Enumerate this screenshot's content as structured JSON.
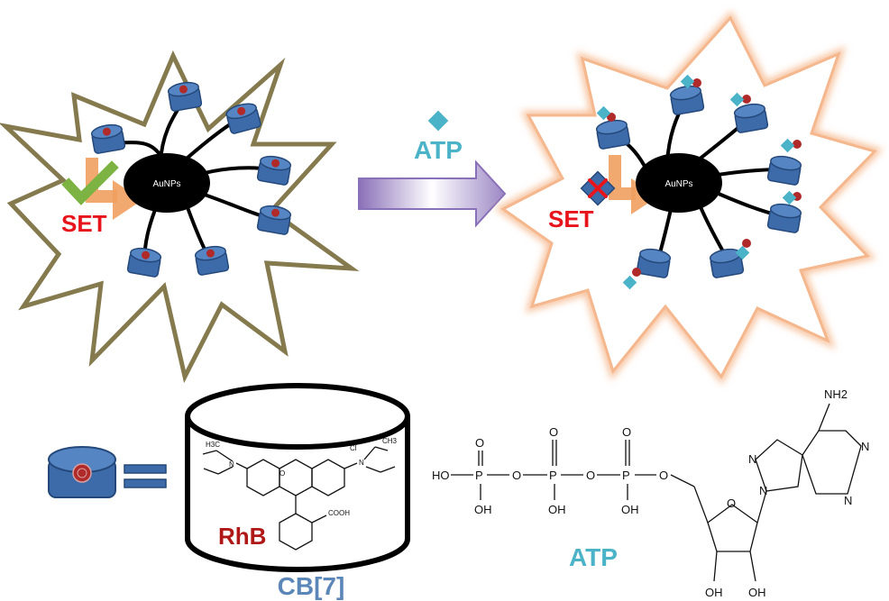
{
  "labels": {
    "set_left": "SET",
    "set_right": "SET",
    "atp_arrow": "ATP",
    "atp_structure": "ATP",
    "aunps_left": "AuNPs",
    "aunps_right": "AuNPs",
    "rhb": "RhB",
    "cb7": "CB[7]"
  },
  "chem": {
    "ho": "HO",
    "oh": "OH",
    "o": "O",
    "p": "P",
    "nh2": "NH2",
    "n": "N",
    "cooh": "COOH",
    "cl": "Cl",
    "h3c": "H3C",
    "ch3": "CH3"
  },
  "colors": {
    "left_star_outline": "#857a4e",
    "right_star_outline": "#f5b78e",
    "aunp": "#000000",
    "cb7_body": "#3f6fad",
    "rhb_dot": "#b02a2a",
    "atp_diamond": "#4bb3c8",
    "set_text": "#e8141c",
    "orange_arrow": "#f0a060",
    "check_green": "#7cb342",
    "process_arrow": "#9b87c4"
  }
}
